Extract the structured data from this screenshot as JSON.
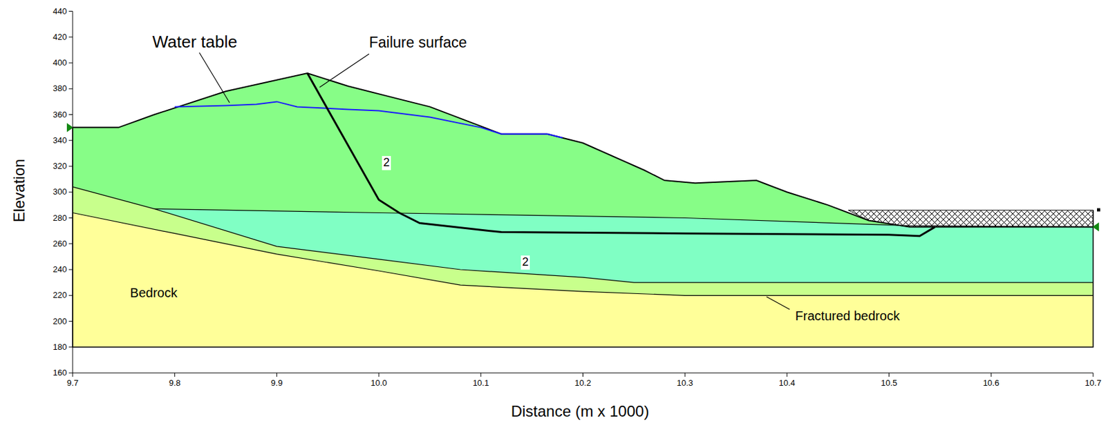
{
  "diagram": {
    "labels": [
      "440",
      "420",
      "400",
      "380",
      "360",
      "340",
      "320",
      "300",
      "280",
      "260",
      "240",
      "220",
      "200",
      "180",
      "160",
      "9.7",
      "9.8",
      "9.9",
      "10.0",
      "10.1",
      "10.2",
      "10.3",
      "10.4",
      "10.5",
      "10.6",
      "10.7",
      "Elevation",
      "Distance (m x 1000)",
      "Water table",
      "Failure surface",
      "2",
      "2",
      "Bedrock",
      "Fractured bedrock"
    ]
  }
}
